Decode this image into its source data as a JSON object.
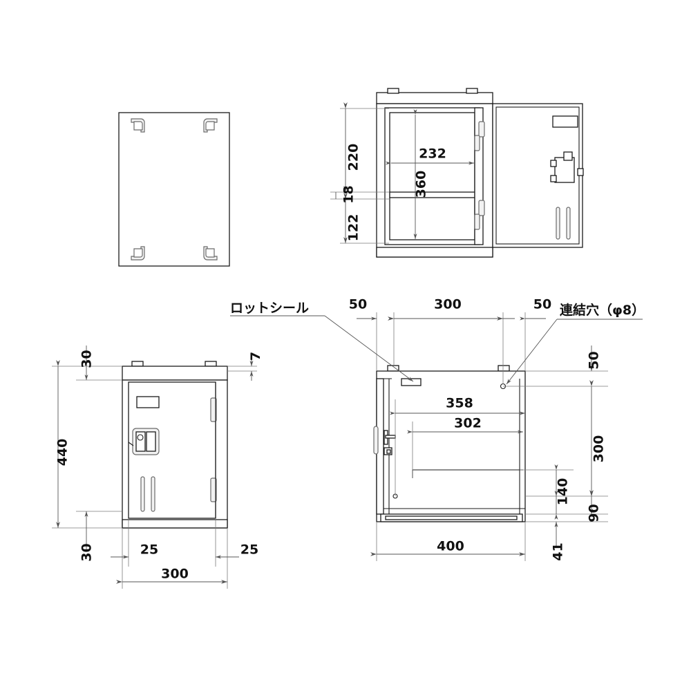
{
  "drawing": {
    "title": "Cabinet / Locker assembly drawing",
    "units": "mm",
    "line_color": "#1a1a1a",
    "dim_color": "#555555",
    "bg_color": "#ffffff"
  },
  "annotations": {
    "lot_seal": "ロットシール",
    "link_hole": "連結穴（φ8）"
  },
  "views": {
    "rear": {
      "name": "rear-view"
    },
    "open": {
      "name": "open-door-view"
    },
    "front": {
      "name": "front-view"
    },
    "side": {
      "name": "side-view"
    }
  },
  "dimensions": {
    "open_view": {
      "v220": "220",
      "v18": "18",
      "v122": "122",
      "w232": "232",
      "h360": "360"
    },
    "front_view": {
      "top30": "30",
      "bottom30": "30",
      "total440": "440",
      "cap7": "7",
      "left25": "25",
      "right25": "25",
      "width300": "300"
    },
    "side_view": {
      "left50": "50",
      "span300": "300",
      "right50": "50",
      "top50": "50",
      "mid300": "300",
      "d140": "140",
      "d90": "90",
      "d41": "41",
      "w358": "358",
      "w302": "302",
      "depth400": "400"
    }
  }
}
